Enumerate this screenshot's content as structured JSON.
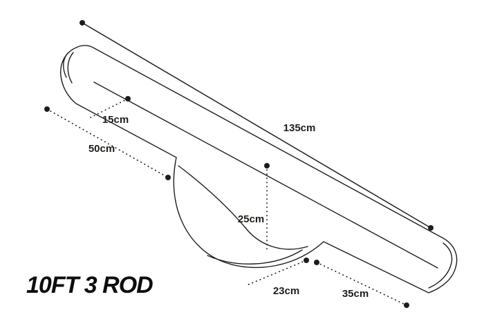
{
  "diagram": {
    "title": "10FT 3 ROD",
    "background_color": "#ffffff",
    "line_color": "#1d1d1b",
    "subject": "rod-holdall-line-drawing",
    "dimensions": {
      "overall_length": "135cm",
      "end_width": "15cm",
      "left_section": "50cm",
      "pocket_depth": "25cm",
      "pocket_base": "23cm",
      "right_section": "35cm"
    }
  }
}
